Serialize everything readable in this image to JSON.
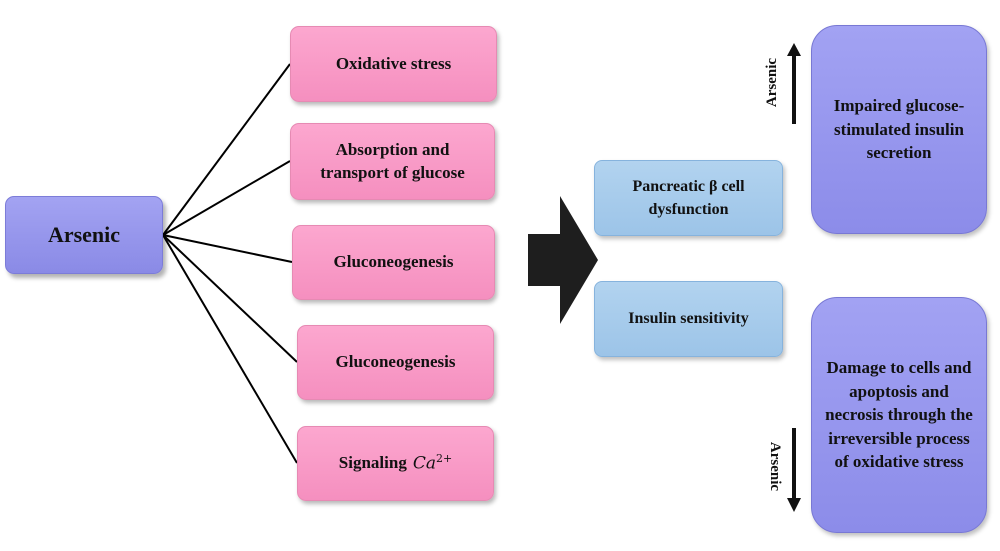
{
  "source": {
    "label": "Arsenic"
  },
  "mechanisms": [
    {
      "label": "Oxidative stress"
    },
    {
      "label": "Absorption and transport of glucose"
    },
    {
      "label": "Gluconeogenesis"
    },
    {
      "label": "Gluconeogenesis"
    },
    {
      "label": "Signaling",
      "formula_base": "Ca",
      "formula_charge": "2+"
    }
  ],
  "effects": [
    {
      "label": "Pancreatic β cell dysfunction"
    },
    {
      "label": "Insulin sensitivity"
    }
  ],
  "outcomes": [
    {
      "label": "Impaired glucose-stimulated insulin secretion",
      "direction": "up",
      "arrow_label": "Arsenic"
    },
    {
      "label": "Damage to cells and apoptosis and necrosis through the irreversible process of oxidative stress",
      "direction": "down",
      "arrow_label": "Arsenic"
    }
  ],
  "colors": {
    "source_box": "#9696ec",
    "mechanism_box": "#f99ac7",
    "effect_box": "#a6cbec",
    "outcome_box": "#9898ee",
    "arrow": "#1e1e1e"
  }
}
